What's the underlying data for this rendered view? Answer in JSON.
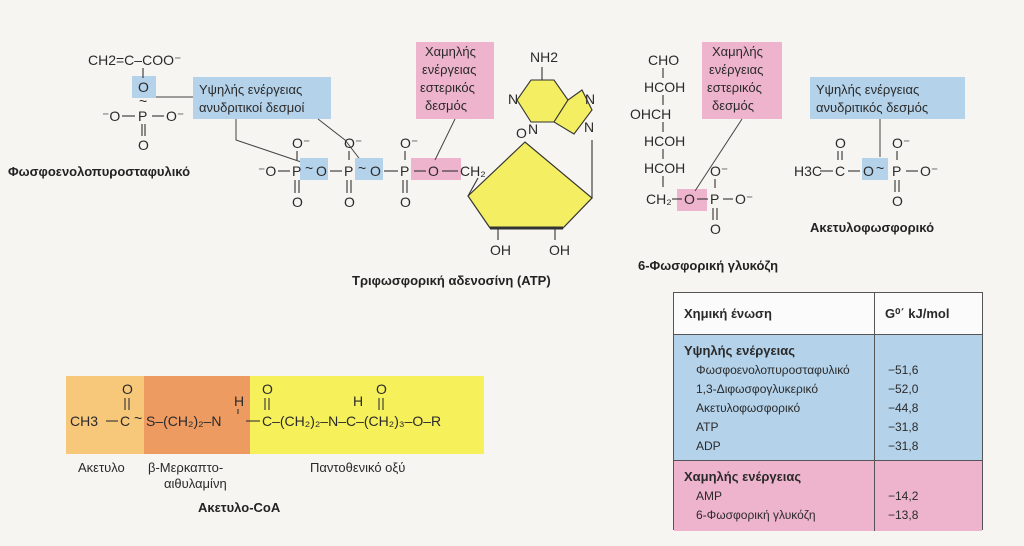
{
  "bond_labels": {
    "pep_high": [
      "Υψηλής ενέργειας",
      "ανυδριτικοί δεσμοί"
    ],
    "atp_low": [
      "Χαμηλής",
      "ενέργειας",
      "εστερικός",
      "δεσμός"
    ],
    "g6p_low": [
      "Χαμηλής",
      "ενέργειας",
      "εστερικός",
      "δεσμός"
    ],
    "acp_high": [
      "Υψηλής ενέργειας",
      "ανυδριτικός δεσμός"
    ]
  },
  "molecules": {
    "pep": "Φωσφοενολοπυροσταφυλικό",
    "atp": "Τριφωσφορική αδενοσίνη (ATP)",
    "g6p": "6-Φωσφορική γλυκόζη",
    "acp": "Ακετυλοφωσφορικό",
    "acoa": "Ακετυλο-CoA"
  },
  "structure_text": {
    "pep_top": "CH2=C–COO⁻",
    "nh2": "NH2",
    "oh": "OH",
    "cho": "CHO",
    "hcoh": "HCOH",
    "ohch": "OHCH",
    "ch2": "CH2",
    "h3c": "H3C",
    "ch3": "CH3"
  },
  "coa_parts": {
    "acetyl": "Ακετυλο",
    "mercapto": [
      "β-Μερκαπτο-",
      "αιθυλαμίνη"
    ],
    "pantothenic": "Παντοθενικό οξύ"
  },
  "energy_table": {
    "col_compound": "Χημική ένωση",
    "col_energy": "G⁰΄ kJ/mol",
    "high_title": "Υψηλής ενέργειας",
    "high_rows": [
      {
        "name": "Φωσφοενολοπυροσταφυλικό",
        "value": "−51,6"
      },
      {
        "name": "1,3-Διφωσφογλυκερικό",
        "value": "−52,0"
      },
      {
        "name": "Ακετυλοφωσφορικό",
        "value": "−44,8"
      },
      {
        "name": "ATP",
        "value": "−31,8"
      },
      {
        "name": "ADP",
        "value": "−31,8"
      }
    ],
    "low_title": "Χαμηλής ενέργειας",
    "low_rows": [
      {
        "name": "AMP",
        "value": "−14,2"
      },
      {
        "name": "6-Φωσφορική γλυκόζη",
        "value": "−13,8"
      }
    ]
  },
  "colors": {
    "high_energy_blue": "#b4d2ea",
    "low_energy_pink": "#efb4cd",
    "ribose_yellow": "#f3ee62",
    "acetyl_orange": "#f7c77a",
    "mercapto_orange": "#ee9b62",
    "pantothenic_yellow": "#f6f05a"
  }
}
